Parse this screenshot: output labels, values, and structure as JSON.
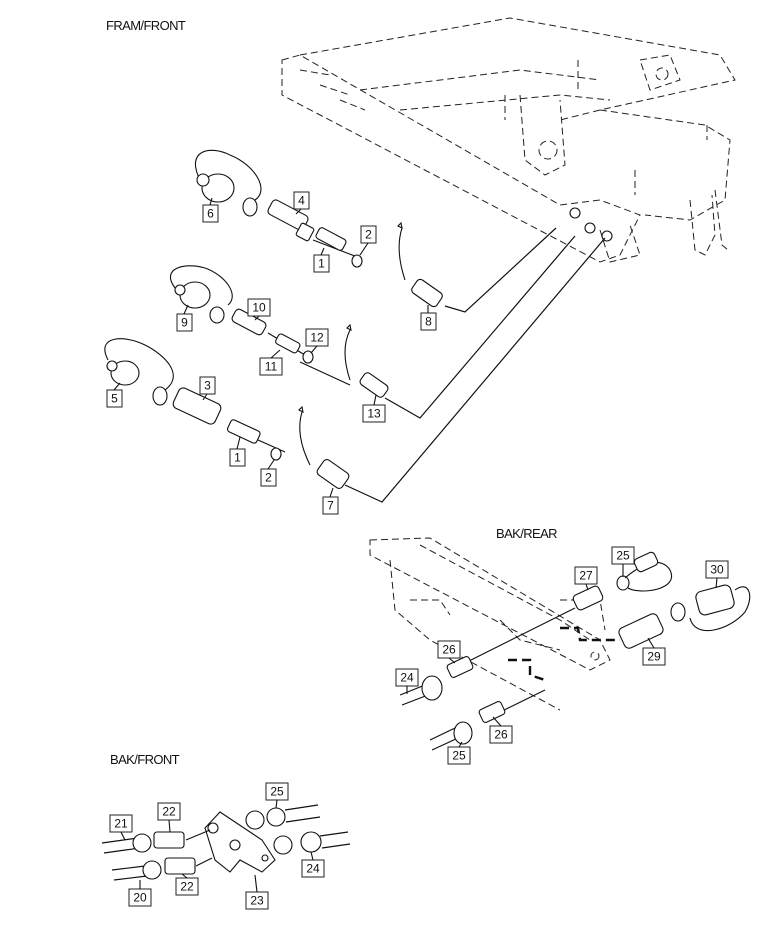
{
  "sections": {
    "front_frame": "FRAM/FRONT",
    "rear": "BAK/REAR",
    "front_bracket": "BAK/FRONT"
  },
  "callouts": [
    {
      "id": "c6",
      "label": "6"
    },
    {
      "id": "c4",
      "label": "4"
    },
    {
      "id": "c2a",
      "label": "2"
    },
    {
      "id": "c1a",
      "label": "1"
    },
    {
      "id": "c8",
      "label": "8"
    },
    {
      "id": "c10",
      "label": "10"
    },
    {
      "id": "c9",
      "label": "9"
    },
    {
      "id": "c12",
      "label": "12"
    },
    {
      "id": "c11",
      "label": "11"
    },
    {
      "id": "c13",
      "label": "13"
    },
    {
      "id": "c5",
      "label": "5"
    },
    {
      "id": "c3",
      "label": "3"
    },
    {
      "id": "c1b",
      "label": "1"
    },
    {
      "id": "c2b",
      "label": "2"
    },
    {
      "id": "c7",
      "label": "7"
    },
    {
      "id": "c25a",
      "label": "25"
    },
    {
      "id": "c27",
      "label": "27"
    },
    {
      "id": "c30",
      "label": "30"
    },
    {
      "id": "c26a",
      "label": "26"
    },
    {
      "id": "c24a",
      "label": "24"
    },
    {
      "id": "c29",
      "label": "29"
    },
    {
      "id": "c26b",
      "label": "26"
    },
    {
      "id": "c25b",
      "label": "25"
    },
    {
      "id": "c22a",
      "label": "22"
    },
    {
      "id": "c25c",
      "label": "25"
    },
    {
      "id": "c21",
      "label": "21"
    },
    {
      "id": "c24b",
      "label": "24"
    },
    {
      "id": "c22b",
      "label": "22"
    },
    {
      "id": "c20",
      "label": "20"
    },
    {
      "id": "c23",
      "label": "23"
    }
  ]
}
